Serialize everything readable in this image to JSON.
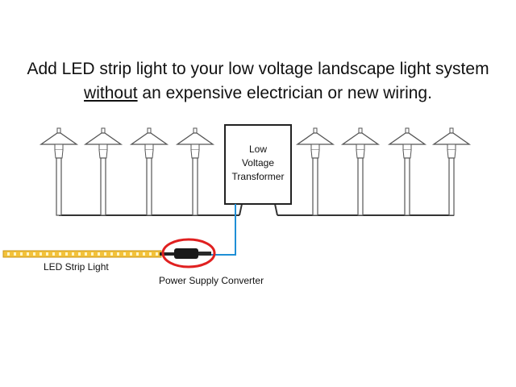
{
  "title": {
    "line1": "Add LED strip light to your low voltage landscape light system",
    "line2_emphasis": "without",
    "line2_rest": " an expensive electrician or new wiring."
  },
  "transformer": {
    "line1": "Low",
    "line2": "Voltage",
    "line3": "Transformer"
  },
  "labels": {
    "strip": "LED Strip Light",
    "converter": "Power Supply Converter"
  },
  "colors": {
    "strip_fill": "#f3c23a",
    "strip_edge": "#c9961a",
    "wire_blue": "#1f8fd6",
    "highlight_red": "#e02020",
    "line_gray": "#333333"
  }
}
